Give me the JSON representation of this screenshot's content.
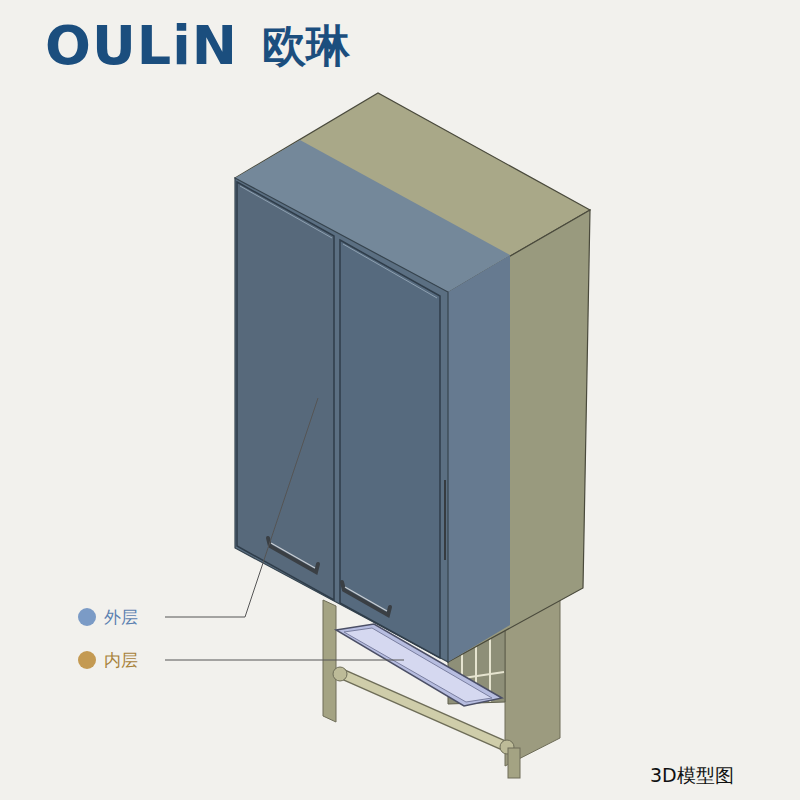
{
  "diagram": {
    "caption": "3D模型图",
    "labels": [
      "OULiN",
      "欧琳"
    ],
    "legend": [
      {
        "text": "外层",
        "color": "#7b9bc6"
      },
      {
        "text": "内层",
        "color": "#c49a52"
      }
    ]
  }
}
